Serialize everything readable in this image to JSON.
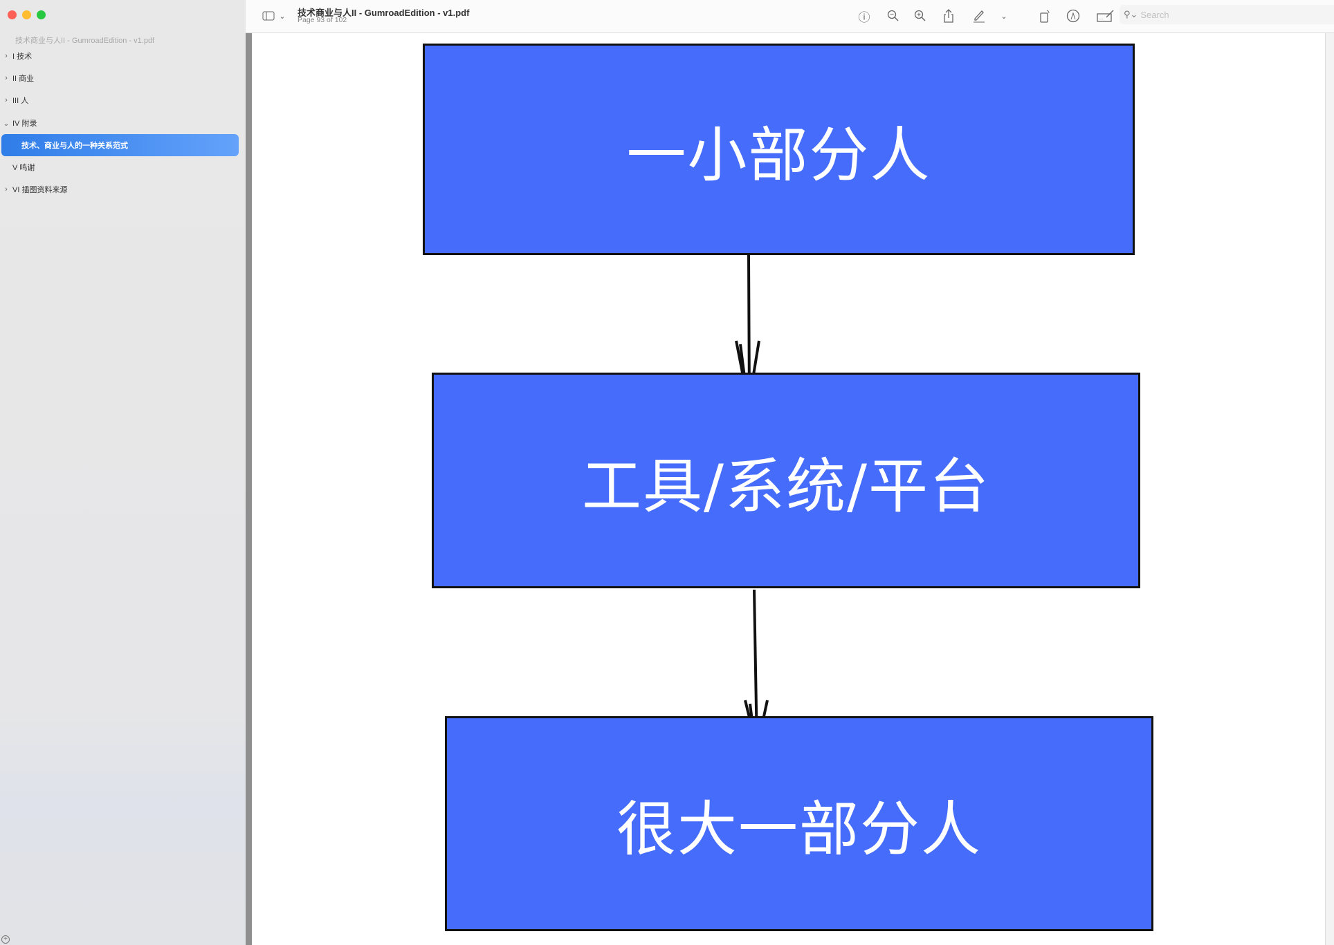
{
  "window": {
    "title": "技术商业与人II - GumroadEdition - v1.pdf",
    "page_info": "Page 93 of 102"
  },
  "sidebar": {
    "doc_title": "技术商业与人II - GumroadEdition - v1.pdf",
    "items": [
      {
        "label": "I 技术",
        "state": "collapsed"
      },
      {
        "label": "II 商业",
        "state": "collapsed"
      },
      {
        "label": "III 人",
        "state": "collapsed"
      },
      {
        "label": "IV 附录",
        "state": "expanded"
      },
      {
        "label": "技术、商业与人的一种关系范式",
        "state": "selected"
      },
      {
        "label": "V 鸣谢",
        "state": "leaf"
      },
      {
        "label": "VI 插图资料来源",
        "state": "collapsed"
      }
    ]
  },
  "toolbar": {
    "search_placeholder": "Search"
  },
  "diagram": {
    "boxes": [
      "一小部分人",
      "工具/系统/平台",
      "很大一部分人"
    ],
    "box_color": "#456cfb"
  }
}
